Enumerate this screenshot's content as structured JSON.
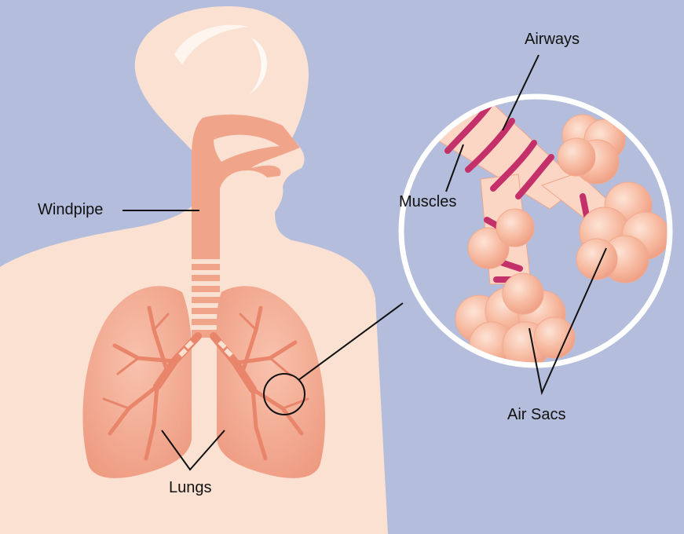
{
  "labels": {
    "windpipe": "Windpipe",
    "muscles": "Muscles",
    "airways": "Airways",
    "lungs": "Lungs",
    "air_sacs": "Air Sacs"
  },
  "colors": {
    "background": "#b4bedc",
    "skin": "#fbe1d2",
    "airway_tissue": "#f0a58b",
    "airway_dark": "#e88a6e",
    "lung_fill": "#f4ad95",
    "muscle_band": "#c4306a",
    "air_sac": "#f7bca3",
    "leader_line": "#111111"
  }
}
